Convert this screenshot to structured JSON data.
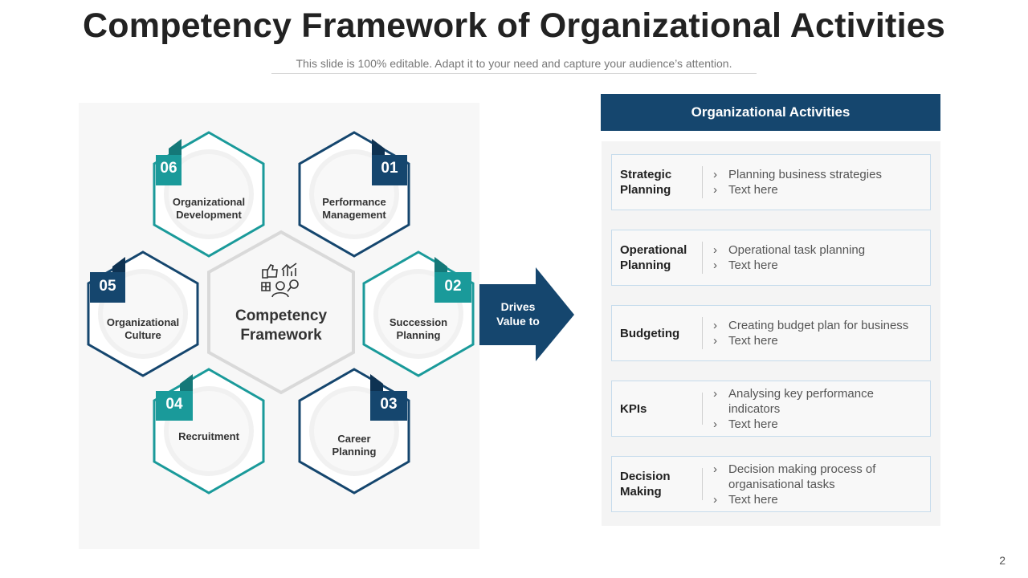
{
  "slide": {
    "title": "Competency Framework of Organizational Activities",
    "subtitle": "This slide is 100% editable. Adapt it to your need and capture your audience’s attention.",
    "page_number": "2"
  },
  "center": {
    "label_line1": "Competency",
    "label_line2": "Framework",
    "icon": "competency-framework-icon"
  },
  "hexagons": [
    {
      "number": "06",
      "line1": "Organizational",
      "line2": "Development",
      "color": "#1a9a9a"
    },
    {
      "number": "01",
      "line1": "Performance",
      "line2": "Management",
      "color": "#15466e"
    },
    {
      "number": "05",
      "line1": "Organizational",
      "line2": "Culture",
      "color": "#15466e"
    },
    {
      "number": "02",
      "line1": "Succession",
      "line2": "Planning",
      "color": "#1a9a9a"
    },
    {
      "number": "04",
      "line1": "Recruitment",
      "line2": "",
      "color": "#1a9a9a"
    },
    {
      "number": "03",
      "line1": "Career",
      "line2": "Planning",
      "color": "#15466e"
    }
  ],
  "arrow": {
    "line1": "Drives",
    "line2": "Value to",
    "color": "#15466e"
  },
  "activities": {
    "header": "Organizational Activities",
    "bullet": "›",
    "rows": [
      {
        "name_line1": "Strategic",
        "name_line2": "Planning",
        "items": [
          "Planning business strategies",
          "Text here"
        ]
      },
      {
        "name_line1": "Operational",
        "name_line2": "Planning",
        "items": [
          "Operational task planning",
          "Text here"
        ]
      },
      {
        "name_line1": "Budgeting",
        "name_line2": "",
        "items": [
          "Creating budget plan for business",
          "Text here"
        ]
      },
      {
        "name_line1": "KPIs",
        "name_line2": "",
        "items": [
          "Analysing key performance indicators",
          "Text here"
        ]
      },
      {
        "name_line1": "Decision",
        "name_line2": "Making",
        "items": [
          "Decision making process of organisational tasks",
          "Text here"
        ]
      }
    ]
  },
  "colors": {
    "teal": "#1a9a9a",
    "navy": "#15466e",
    "panel": "#f7f7f7",
    "card_border": "#c6dcec"
  }
}
